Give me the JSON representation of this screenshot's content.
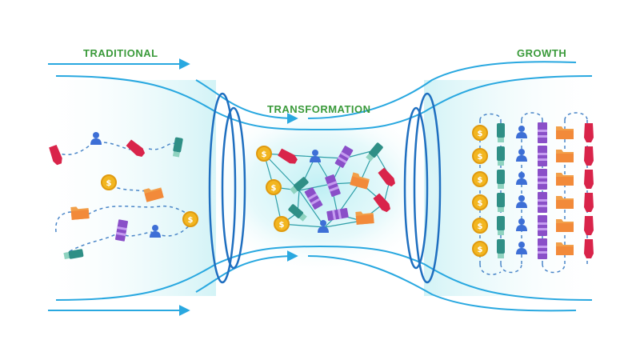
{
  "labels": {
    "traditional": "TRADITIONAL",
    "transformation": "TRANSFORMATION",
    "growth": "GROWTH"
  },
  "coin_symbol": "$",
  "colors": {
    "label_green": "#3a9a3a",
    "flow_line": "#29a8e0",
    "ring": "#1f6fc0",
    "coin": "#f2b620",
    "coin_edge": "#e09a10",
    "person": "#3d6fd6",
    "folder": "#f28a3a",
    "usb": "#2f8f86",
    "book": "#8a4fc8",
    "red_item": "#d9244a",
    "dashes": "#4a86c8",
    "glow": "#c8f0f4"
  },
  "icons": [
    "coin-icon",
    "person-icon",
    "folder-icon",
    "usb-drive-icon",
    "book-icon",
    "red-device-icon",
    "arrow-icon"
  ]
}
